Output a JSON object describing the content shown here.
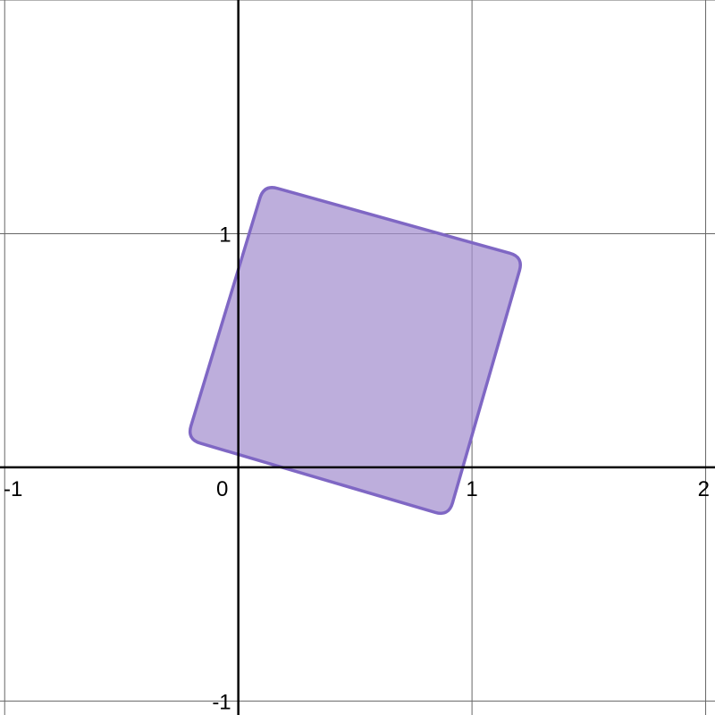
{
  "chart_data": {
    "type": "area",
    "title": "",
    "xlabel": "",
    "ylabel": "",
    "xlim": [
      -1.02,
      2.04
    ],
    "ylim": [
      -1.06,
      2.0
    ],
    "grid": true,
    "x_ticks": [
      {
        "value": -1,
        "label": "-1"
      },
      {
        "value": 0,
        "label": "0"
      },
      {
        "value": 1,
        "label": "1"
      },
      {
        "value": 2,
        "label": "2"
      }
    ],
    "y_ticks": [
      {
        "value": 1,
        "label": "1"
      },
      {
        "value": -1,
        "label": "-1"
      }
    ],
    "series": [
      {
        "shape": "rounded-square",
        "vertices": [
          {
            "x": -0.22,
            "y": 0.12
          },
          {
            "x": 0.11,
            "y": 1.21
          },
          {
            "x": 1.22,
            "y": 0.9
          },
          {
            "x": 0.9,
            "y": -0.21
          }
        ],
        "corner_radius": 0.06,
        "fill_color": "#a38fcf",
        "fill_opacity": 0.72,
        "stroke_color": "#7f67c4"
      }
    ]
  },
  "colors": {
    "background": "#ffffff",
    "grid": "#666666",
    "axis": "#000000"
  }
}
